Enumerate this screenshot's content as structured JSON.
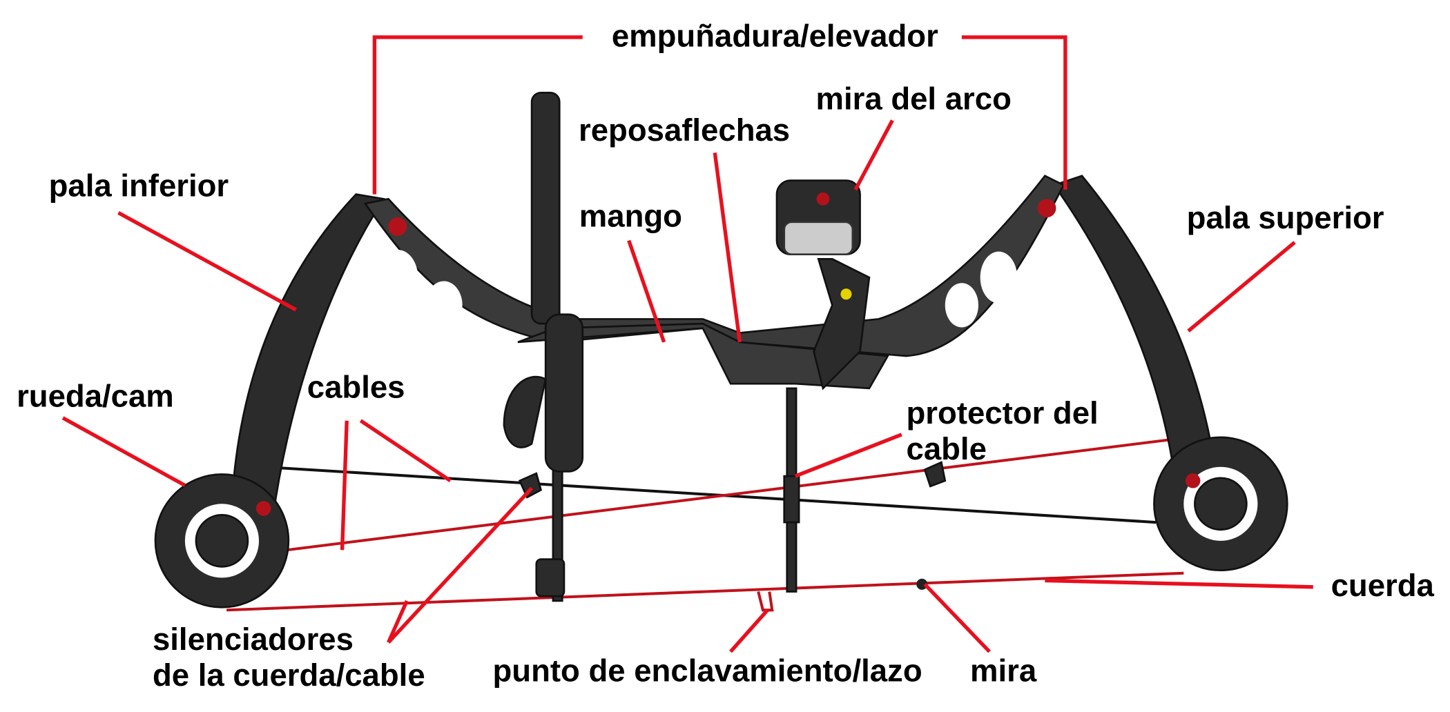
{
  "title": "Partes del arco compuesto",
  "labels": {
    "grip_riser": "empuñadura/elevador",
    "bow_sight": "mira del arco",
    "arrow_rest": "reposaflechas",
    "handle": "mango",
    "lower_limb": "pala inferior",
    "upper_limb": "pala superior",
    "cam": "rueda/cam",
    "cables": "cables",
    "cable_guard_1": "protector del",
    "cable_guard_2": "cable",
    "string": "cuerda",
    "silencers_1": "silenciadores",
    "silencers_2": "de la cuerda/cable",
    "nock_point": "punto de enclavamiento/lazo",
    "peep_sight": "mira"
  },
  "colors": {
    "leader": "#e8101e",
    "bow": "#2b2b2b",
    "accent": "#b3121b"
  }
}
